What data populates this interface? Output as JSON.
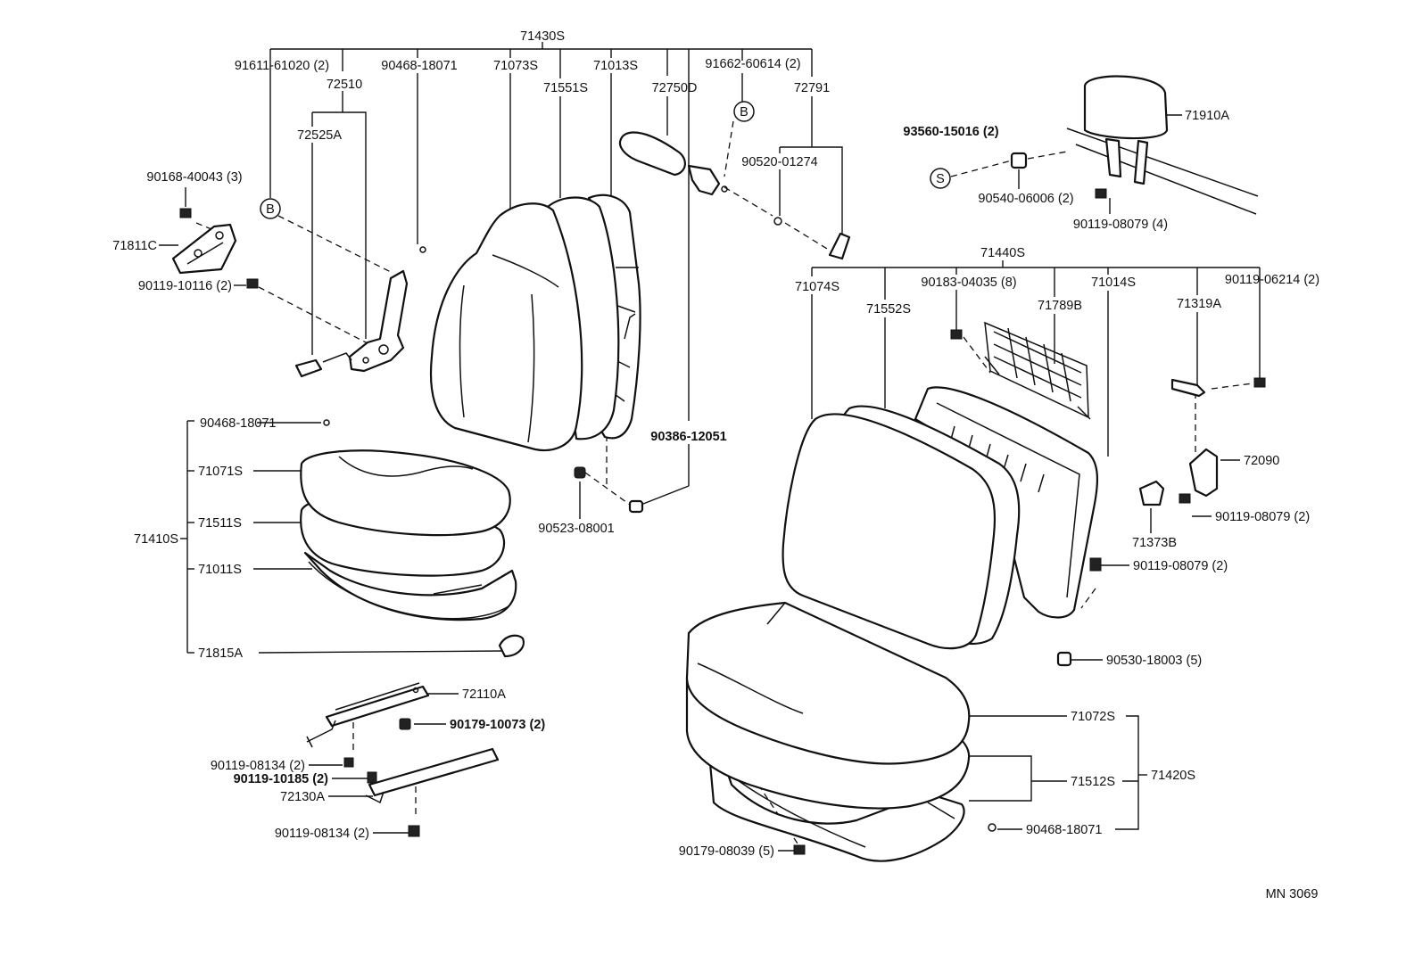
{
  "labels": {
    "p71430S": "71430S",
    "p91611": "91611-61020 (2)",
    "p90468a": "90468-18071",
    "p71073S": "71073S",
    "p71013S": "71013S",
    "p91662": "91662-60614 (2)",
    "p72510": "72510",
    "p71551S": "71551S",
    "p72750D": "72750D",
    "p72791": "72791",
    "p72525A": "72525A",
    "p90520": "90520-01274",
    "p90168": "90168-40043 (3)",
    "p71811C": "71811C",
    "p90119_10116": "90119-10116 (2)",
    "p93560": "93560-15016 (2)",
    "p71910A": "71910A",
    "p90540": "90540-06006 (2)",
    "p90119_08079_4": "90119-08079 (4)",
    "p71440S": "71440S",
    "p71074S": "71074S",
    "p90183": "90183-04035 (8)",
    "p71014S": "71014S",
    "p90119_06214": "90119-06214 (2)",
    "p71552S": "71552S",
    "p71789B": "71789B",
    "p71319A": "71319A",
    "p90386": "90386-12051",
    "p90468b": "90468-18071",
    "p71071S": "71071S",
    "p71511S": "71511S",
    "p71410S": "71410S",
    "p71011S": "71011S",
    "p71815A": "71815A",
    "p90523": "90523-08001",
    "p72090": "72090",
    "p90119_08079_2a": "90119-08079 (2)",
    "p71373B": "71373B",
    "p90119_08079_2b": "90119-08079 (2)",
    "p90530": "90530-18003 (5)",
    "p72110A": "72110A",
    "p90179_10073": "90179-10073 (2)",
    "p90119_08134a": "90119-08134 (2)",
    "p90119_10185": "90119-10185 (2)",
    "p72130A": "72130A",
    "p90119_08134b": "90119-08134 (2)",
    "p71072S": "71072S",
    "p71512S": "71512S",
    "p71420S": "71420S",
    "p90468c": "90468-18071",
    "p90179_08039": "90179-08039 (5)",
    "markerB": "B",
    "markerS": "S",
    "footer": "MN 3069"
  }
}
